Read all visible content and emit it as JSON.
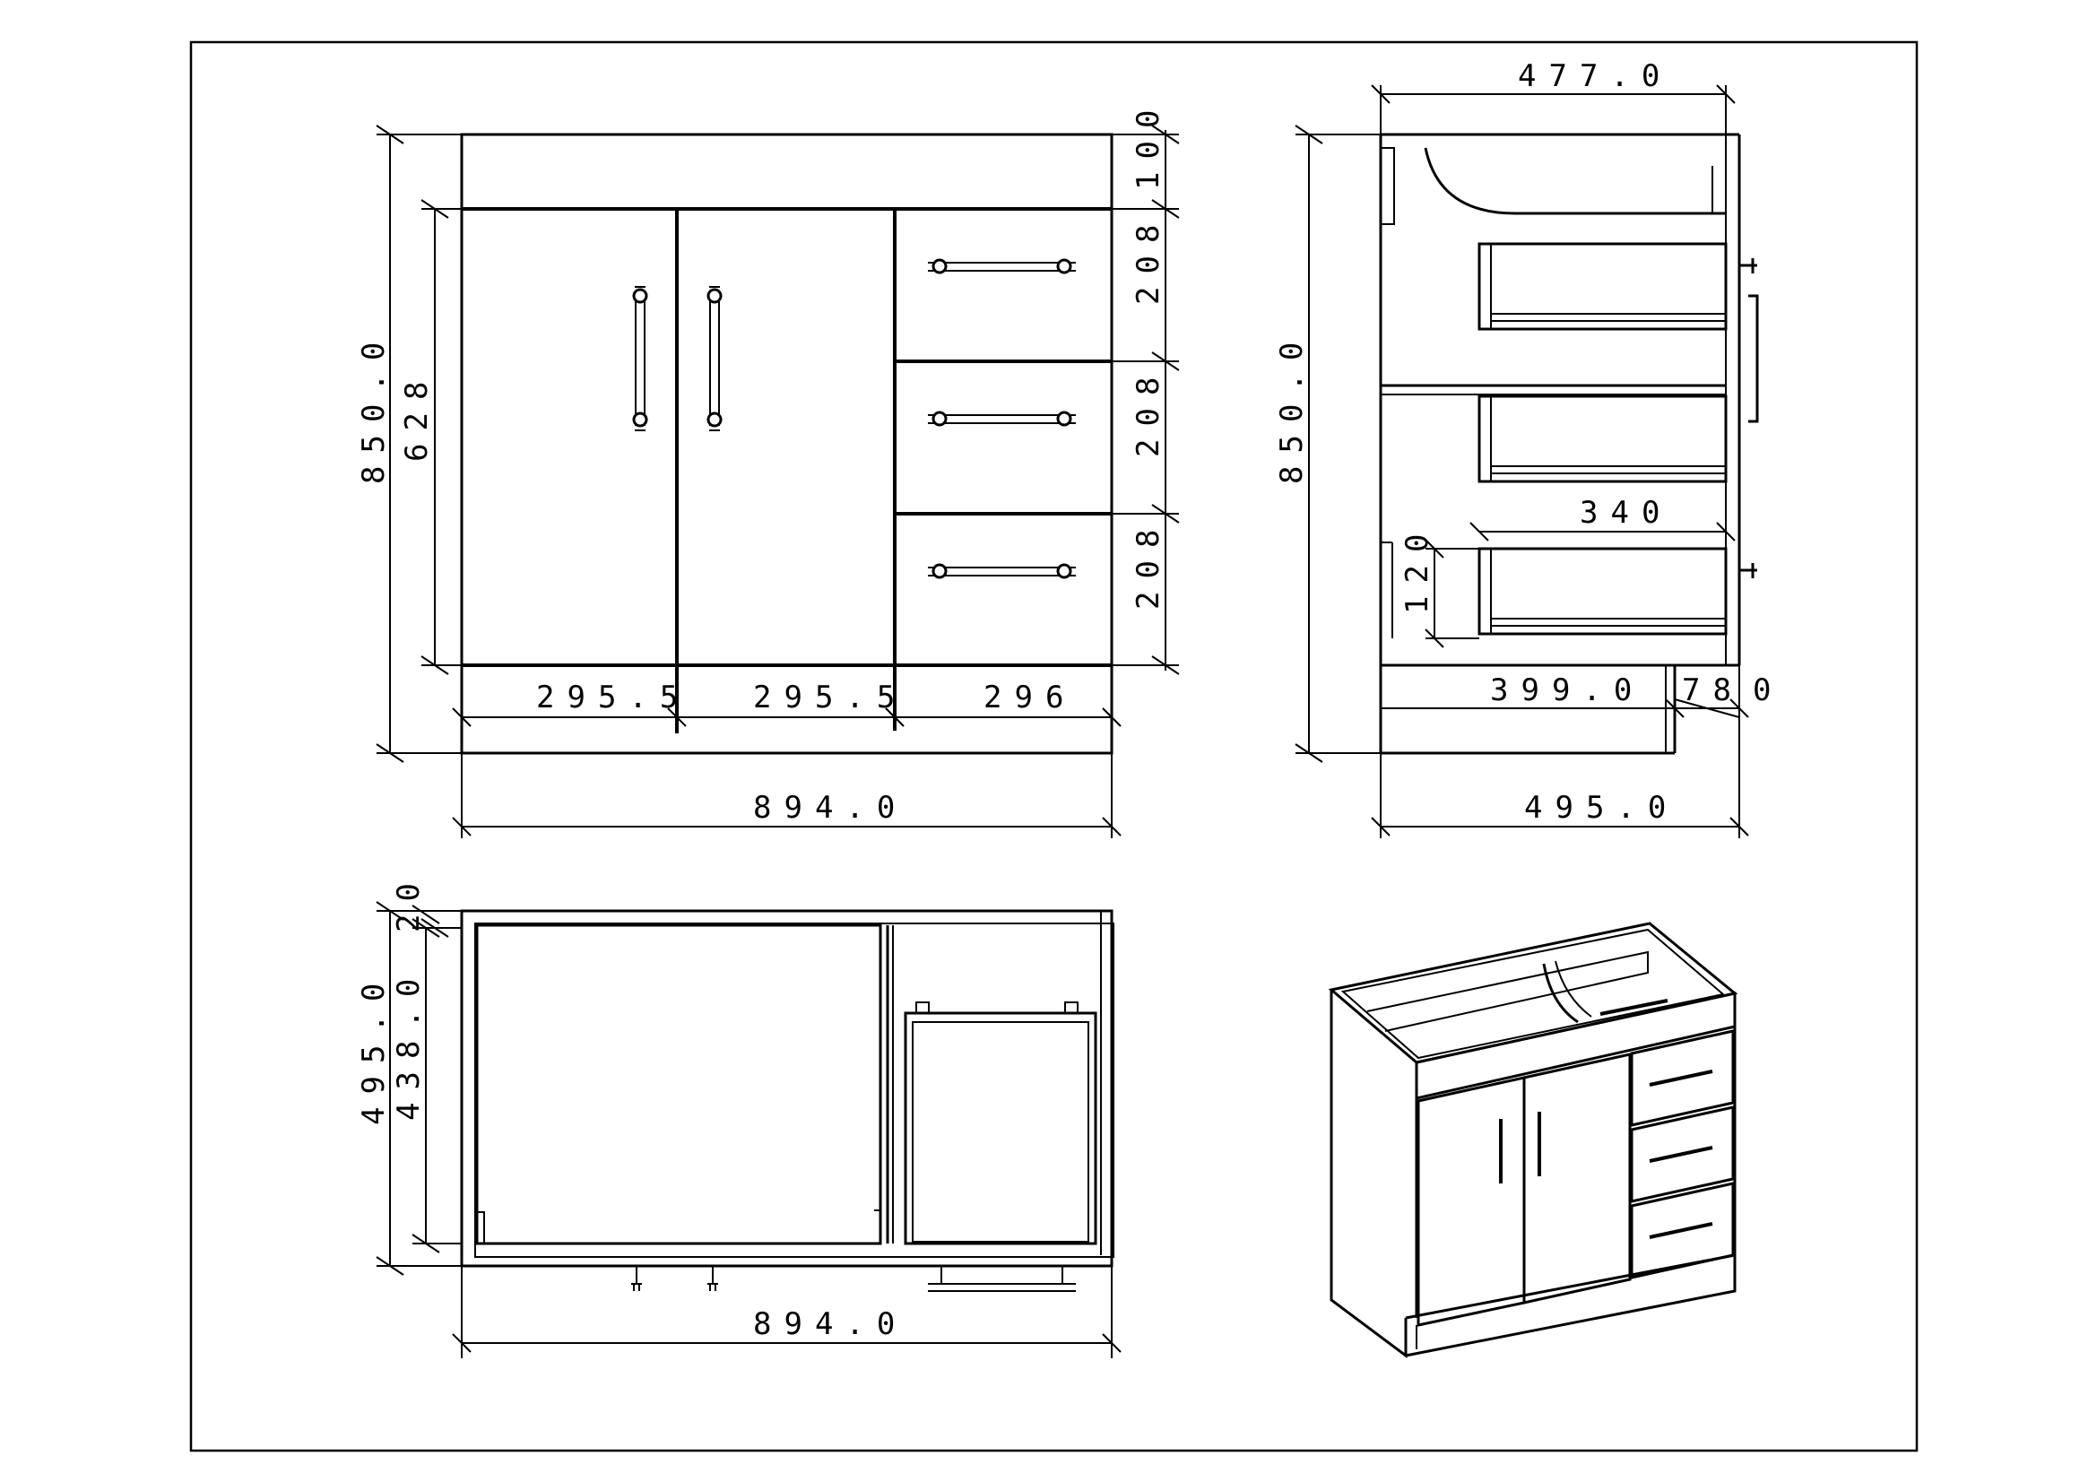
{
  "front_view": {
    "overall_width": "894.0",
    "overall_height": "850.0",
    "door_height": "628",
    "top_rail": "100",
    "drawer_heights": [
      "208",
      "208",
      "208"
    ],
    "section_widths": [
      "295.5",
      "295.5",
      "296"
    ]
  },
  "side_view": {
    "top_depth": "477.0",
    "overall_depth": "495.0",
    "overall_height": "850.0",
    "drawer_depth": "340",
    "drawer_side_height": "120",
    "plinth_depth": "399.0",
    "plinth_offset": "78",
    "front_gap": "0"
  },
  "top_view": {
    "overall_width": "894.0",
    "overall_depth": "495.0",
    "inner_depth": "438.0",
    "back_offset": "20"
  }
}
